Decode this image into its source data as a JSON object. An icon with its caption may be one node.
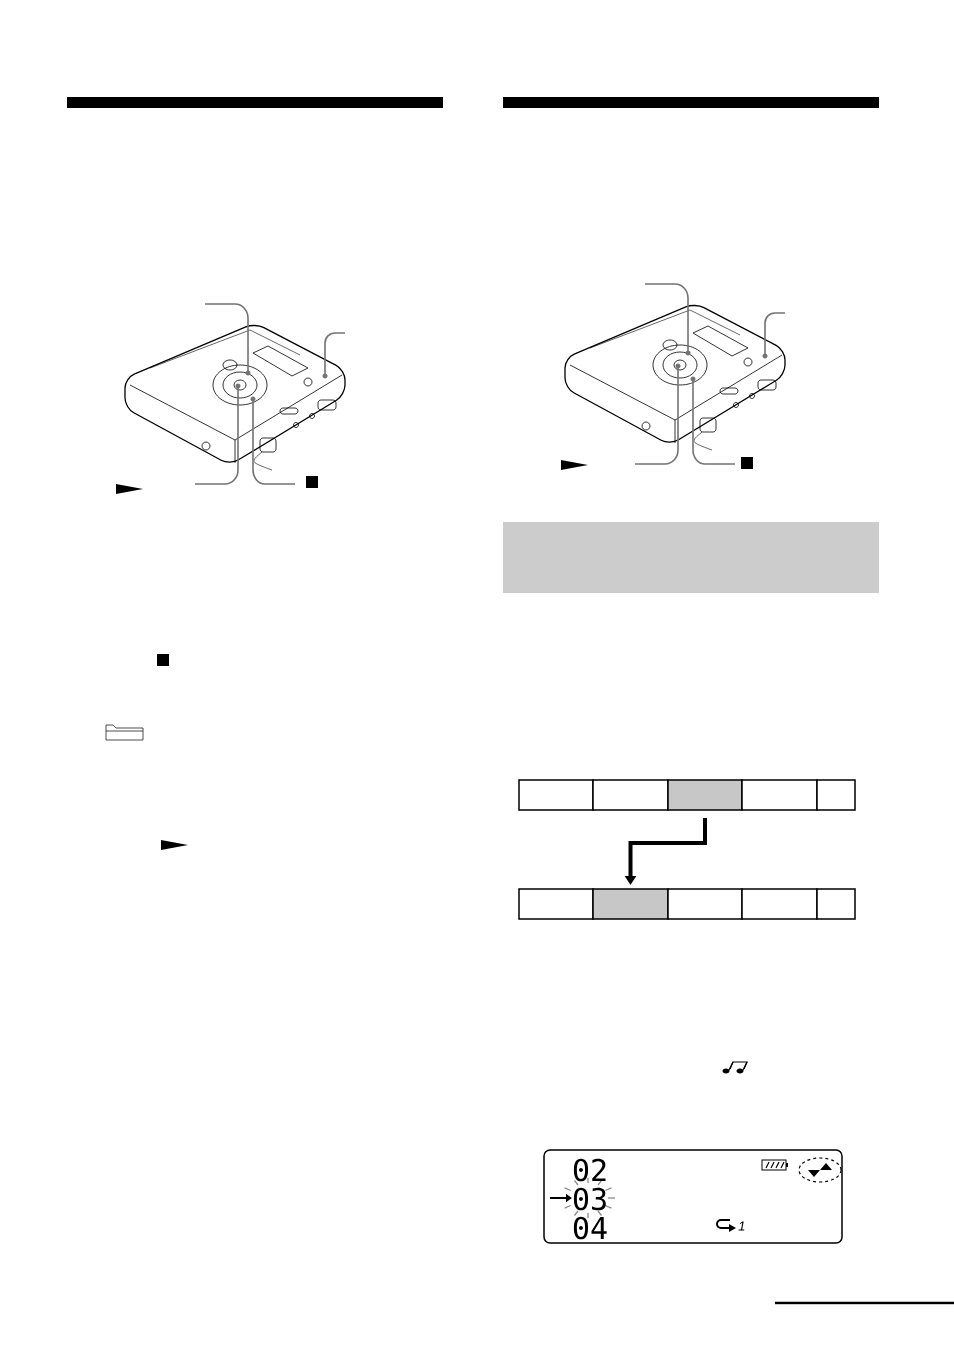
{
  "diagram": {
    "nodes": [
      {
        "text": [],
        "shape": "box"
      },
      {
        "text": [],
        "shape": "box"
      },
      {
        "text": [],
        "shape": "box"
      },
      {
        "text": [],
        "shape": "box"
      },
      {
        "text": [],
        "shape": "box"
      },
      {
        "text": [],
        "shape": "box"
      },
      {
        "text": [],
        "shape": "box"
      },
      {
        "text": [],
        "shape": "box"
      },
      {
        "text": [],
        "shape": "box"
      },
      {
        "text": [],
        "shape": "box"
      },
      {
        "text": [],
        "shape": "box"
      }
    ],
    "edges": [
      {
        "from": 3,
        "to": 7,
        "arrow": "to"
      }
    ],
    "labels": [
      "02",
      "03",
      "04",
      "1"
    ]
  }
}
